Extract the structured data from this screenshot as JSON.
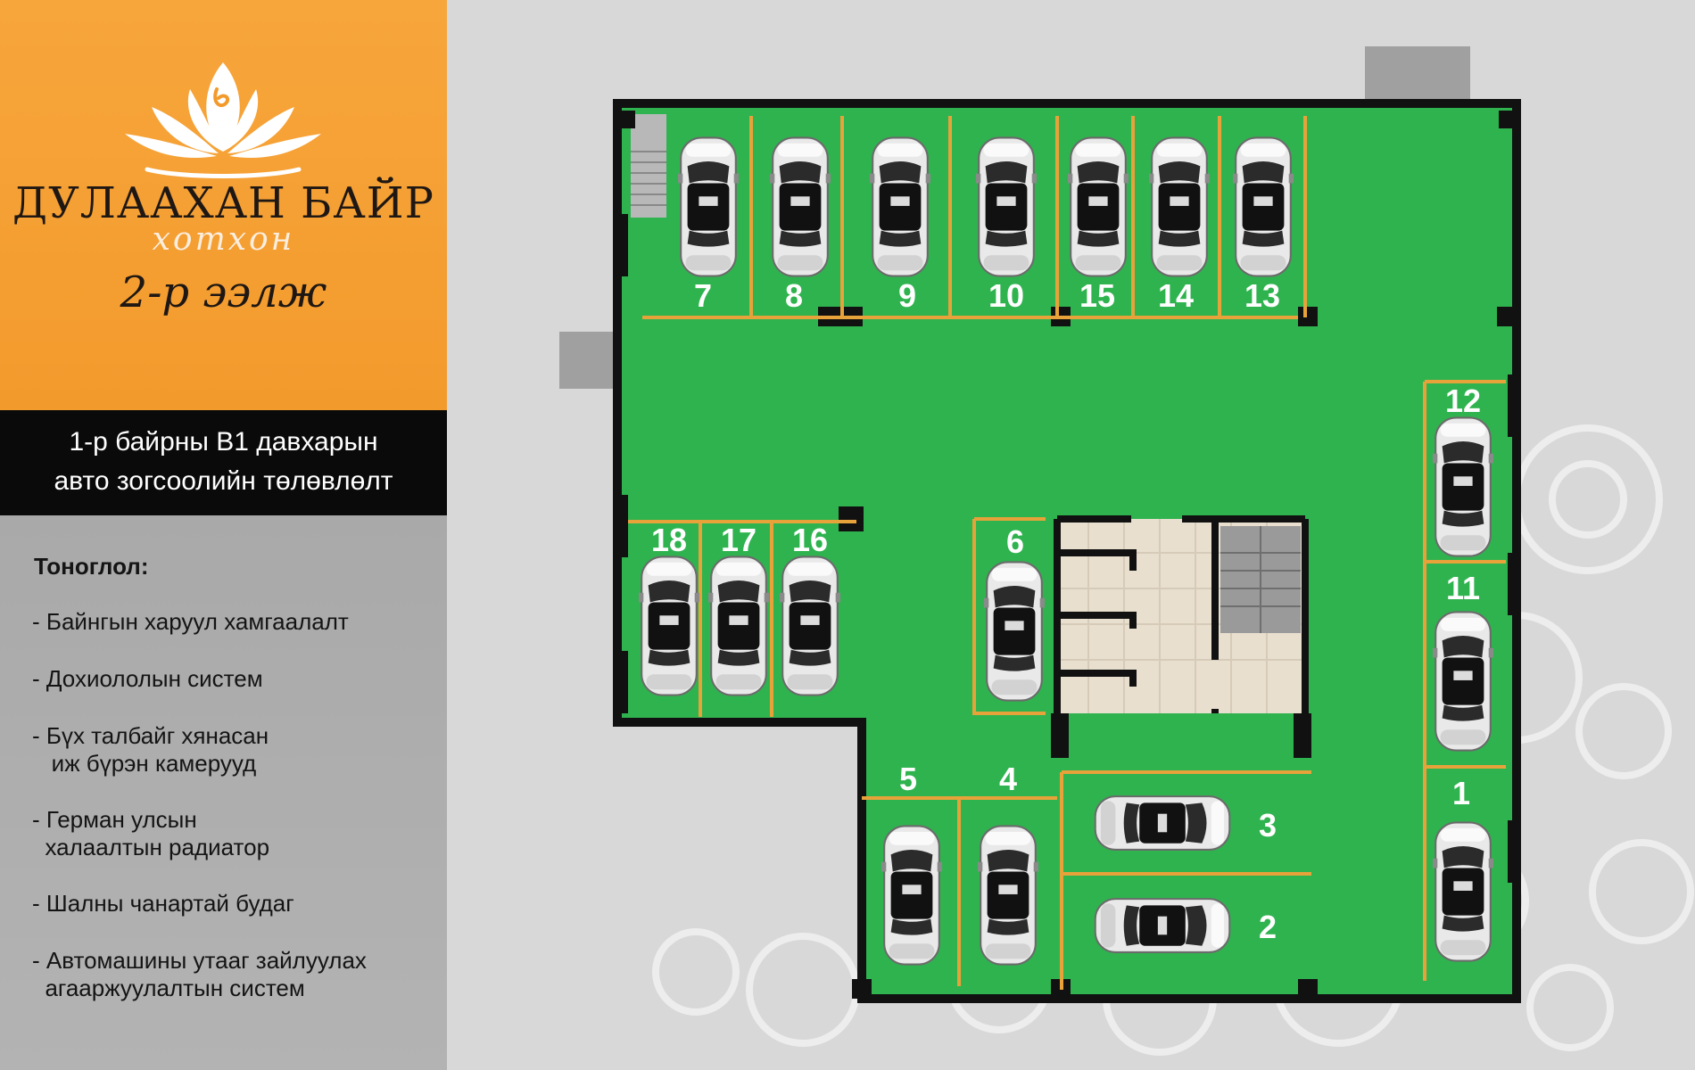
{
  "brand": {
    "name": "ДУЛААХАН БАЙР",
    "subtitle": "хотхон",
    "phase": "2-р ээлж"
  },
  "title": {
    "line1": "1-р байрны В1 давхарын",
    "line2": "авто зогсоолийн төлөвлөлт"
  },
  "features": {
    "heading": "Тоноглол:",
    "items": [
      "- Байнгын харуул хамгаалалт",
      "- Дохиололын систем",
      "- Бүх талбайг хянасан\n   иж бүрэн камерууд",
      "- Герман улсын\n  халаалтын радиатор",
      "- Шалны чанартай будаг",
      "- Автомашины утааг зайлуулах\n  агааржуулалтын систем"
    ]
  },
  "spots": [
    "1",
    "2",
    "3",
    "4",
    "5",
    "6",
    "7",
    "8",
    "9",
    "10",
    "11",
    "12",
    "13",
    "14",
    "15",
    "16",
    "17",
    "18"
  ],
  "colors": {
    "accent_orange": "#f39a2c",
    "floor_green": "#2fb34f",
    "line_orange": "#e8a23a",
    "wall": "#111111"
  }
}
